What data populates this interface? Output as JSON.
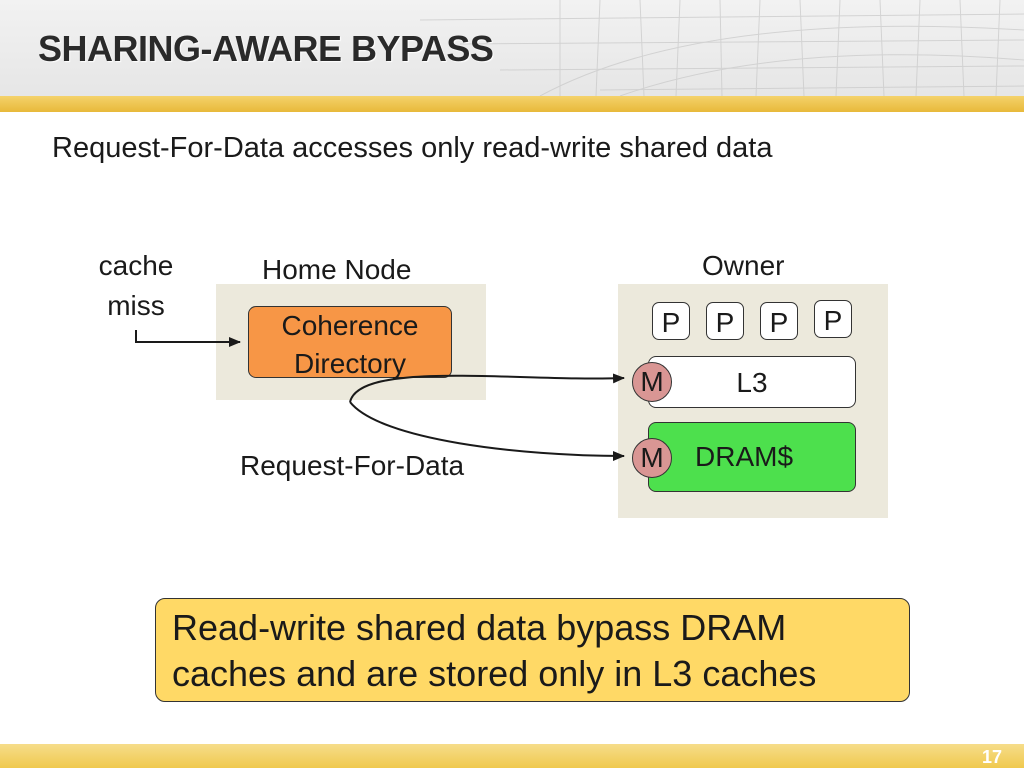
{
  "slide": {
    "title": "SHARING-AWARE BYPASS",
    "subtitle": "Request-For-Data accesses only read-write shared data",
    "page_number": "17"
  },
  "diagram": {
    "cache_miss": {
      "line1": "cache",
      "line2": "miss"
    },
    "home_node": {
      "label": "Home Node",
      "directory": {
        "line1": "Coherence",
        "line2": "Directory"
      }
    },
    "owner": {
      "label": "Owner",
      "processors": [
        "P",
        "P",
        "P",
        "P"
      ],
      "l3_label": "L3",
      "dram_label": "DRAM$",
      "m_label": "M"
    },
    "request_label": "Request-For-Data"
  },
  "callout": {
    "line1": "Read-write shared data bypass DRAM",
    "line2": "caches and are stored only in L3 caches"
  },
  "colors": {
    "directory": "#f79646",
    "dram": "#4de04d",
    "m_circle": "#d99694",
    "panel": "#ece9dc",
    "callout": "#ffd966",
    "stripe": "#e8b93a"
  }
}
